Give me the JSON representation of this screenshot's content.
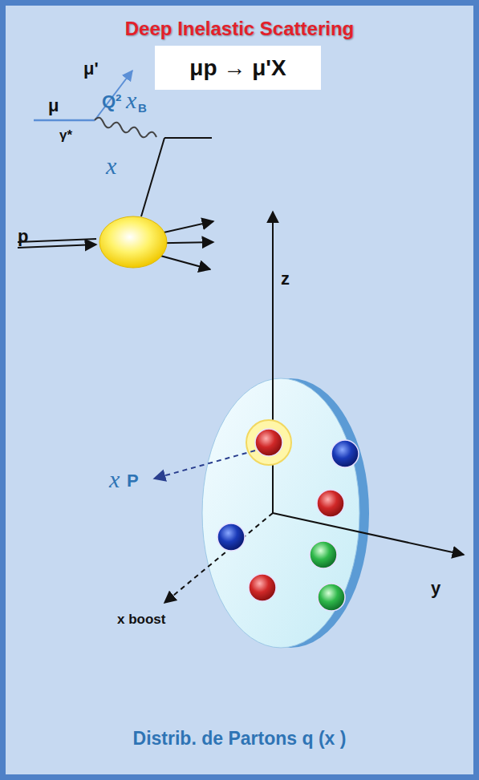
{
  "diagram": {
    "title": "Deep Inelastic Scattering",
    "caption": "Distrib. de Partons q (x )",
    "nodes": [
      {
        "text": [
          "μp → μ'X"
        ]
      }
    ],
    "labels": [
      "μ'",
      "μ",
      "Q²",
      "x",
      "B",
      "γ*",
      "x",
      "p",
      "z",
      "x",
      "P",
      "y",
      "x boost"
    ]
  }
}
